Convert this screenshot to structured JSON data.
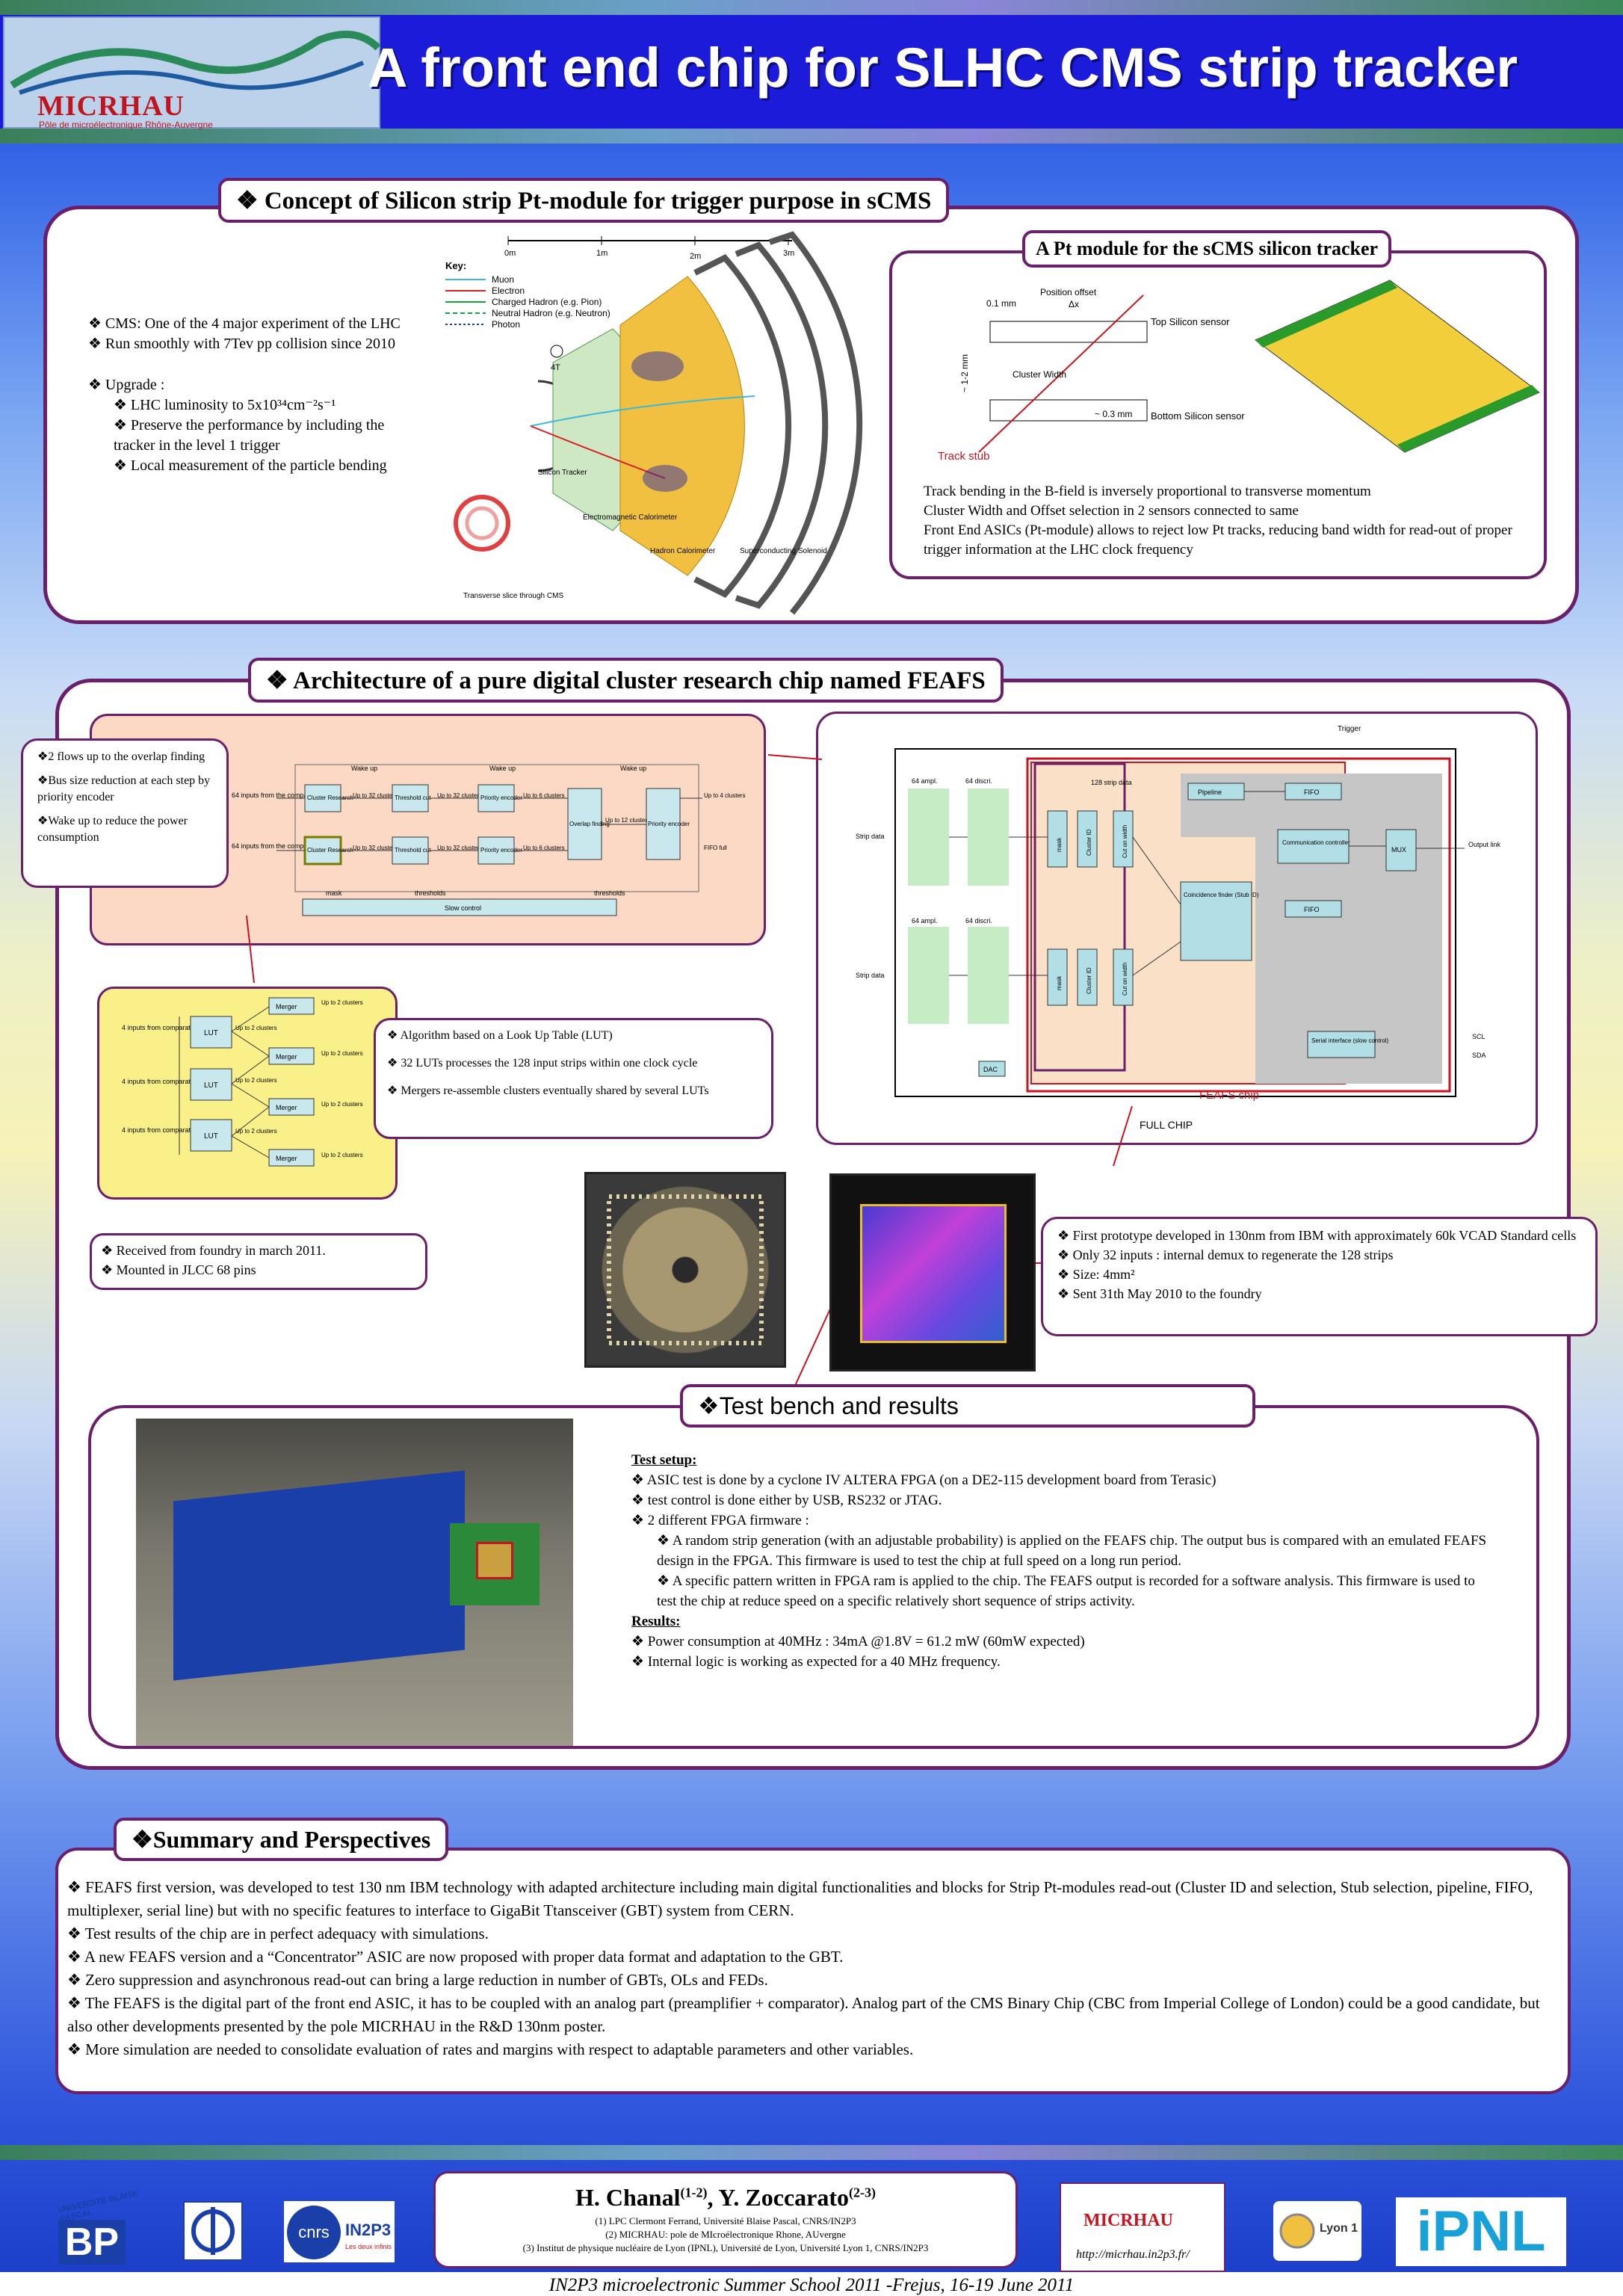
{
  "header": {
    "title": "A front end chip for SLHC CMS strip tracker",
    "logo_name": "MICRHAU",
    "logo_sub": "Pôle de microélectronique Rhône-Auvergne"
  },
  "concept": {
    "title": "❖ Concept of Silicon strip Pt-module for trigger purpose in sCMS",
    "bullets": [
      "❖ CMS: One of the 4 major experiment of the LHC",
      "❖ Run smoothly with 7Tev pp collision since 2010"
    ],
    "upgrade_label": "❖ Upgrade :",
    "upgrade_items": [
      "❖ LHC luminosity to  5x10³⁴cm⁻²s⁻¹",
      "❖ Preserve the performance by including the tracker in the level 1 trigger",
      "❖ Local measurement of the particle bending"
    ],
    "cms_figure": {
      "key_label": "Key:",
      "legend": [
        "Muon",
        "Electron",
        "Charged Hadron (e.g. Pion)",
        "Neutral Hadron (e.g. Neutron)",
        "Photon"
      ],
      "scale": [
        "0m",
        "1m",
        "2m",
        "3m"
      ],
      "field": "4T",
      "labels": [
        "Silicon Tracker",
        "Electromagnetic Calorimeter",
        "Hadron Calorimeter",
        "Superconducting Solenoid",
        "Transverse slice through CMS"
      ]
    }
  },
  "ptmodule": {
    "title": "A Pt module for the sCMS silicon tracker",
    "labels": {
      "offset": "Position offset",
      "dx": "Δx",
      "pitch": "0.1 mm",
      "top": "Top Silicon sensor",
      "cluster_width": "Cluster Width",
      "spacing": "~ 1-2 mm",
      "thick": "~ 0.3 mm",
      "bottom": "Bottom Silicon sensor",
      "stub": "Track stub"
    },
    "text": [
      "Track bending in the B-field is inversely proportional to transverse momentum",
      "Cluster Width and Offset selection in 2 sensors connected to same",
      "Front End ASICs (Pt-module) allows to reject low Pt tracks, reducing band width for read-out of  proper trigger information at the LHC clock frequency"
    ]
  },
  "arch": {
    "title": "❖ Architecture of a pure digital cluster research chip named FEAFS",
    "flows": [
      "❖2 flows up to the overlap finding",
      "❖Bus size reduction at each step by priority encoder",
      "❖Wake up to reduce  the power consumption"
    ],
    "block": {
      "wake": [
        "Wake up",
        "Wake up",
        "Wake up"
      ],
      "in1": "64 inputs from the comparators",
      "in2": "64 inputs from the comparators",
      "cluster": "Cluster Research",
      "up32": "Up to 32 clusters",
      "threshold": "Threshold cut",
      "prio": "Priority encoder",
      "up6": "Up to 6 clusters",
      "overlap": "Overlap finding",
      "up12": "Up to 12 clusters",
      "up4": "Up to 4 clusters",
      "fifo": "FIFO full",
      "mask": "mask",
      "thresholds": "thresholds",
      "slow": "Slow control"
    },
    "lut": {
      "inputs": "4 inputs from comparators",
      "lut": "LUT",
      "merger": "Merger",
      "up2": "Up to 2 clusters"
    },
    "lut_text": [
      "❖ Algorithm based on a Look Up Table (LUT)",
      "❖ 32 LUTs processes the 128 input strips within one clock cycle",
      "❖ Mergers re-assemble clusters eventually shared by several LUTs"
    ],
    "full_chip": {
      "trigger": "Trigger",
      "amp1": "64 ampl.",
      "disc1": "64 discri.",
      "amp2": "64 ampl.",
      "disc2": "64 discri.",
      "strip": "Strip data",
      "strip_bus": "128 strip data",
      "pipeline": "Pipeline",
      "fifo": "FIFO",
      "comm": "Communication controller",
      "mux": "MUX",
      "output": "Output link",
      "coinc": "Coincidence finder (Stub ID)",
      "mask": "mask",
      "cid": "Cluster ID",
      "cw": "Cut on width",
      "serial": "Serial interface (slow control)",
      "scl": "SCL",
      "sda": "SDA",
      "dac": "DAC",
      "feafs": "FEAFS chip",
      "full": "FULL CHIP"
    },
    "received": [
      "❖ Received from foundry in march 2011.",
      "❖ Mounted in JLCC 68 pins"
    ],
    "proto": [
      "❖   First prototype developed in 130nm from IBM with approximately 60k VCAD Standard cells",
      "❖   Only 32 inputs : internal demux to regenerate the 128 strips",
      "❖   Size: 4mm²",
      "❖   Sent 31th May 2010 to the foundry"
    ]
  },
  "test": {
    "title": "❖Test bench and results",
    "setup_label": "Test setup:",
    "setup": [
      "❖ ASIC test is done by a cyclone IV ALTERA FPGA (on a DE2-115 development board from Terasic)",
      "❖ test control is done either by USB, RS232 or JTAG.",
      "❖ 2 different FPGA firmware :"
    ],
    "firmware": [
      "❖ A random strip generation (with an adjustable probability) is applied on the FEAFS chip. The output bus is compared with an emulated FEAFS design in the FPGA. This firmware is used to test the chip at full speed on a long run period.",
      "❖ A specific pattern written in FPGA ram is applied to the chip. The FEAFS output is recorded for a software analysis. This firmware is used to test the chip at reduce speed on a specific relatively short sequence  of strips activity."
    ],
    "results_label": "Results:",
    "results": [
      "❖ Power consumption at 40MHz : 34mA @1.8V = 61.2 mW (60mW expected)",
      "❖ Internal logic is working as expected for a 40 MHz frequency."
    ]
  },
  "summary": {
    "title": "❖Summary and Perspectives",
    "items": [
      "❖ FEAFS first version, was developed to test 130 nm IBM technology with adapted architecture including main digital functionalities and blocks for Strip Pt-modules read-out (Cluster ID and selection, Stub selection, pipeline, FIFO, multiplexer, serial line) but with no specific features to interface to GigaBit Ttansceiver (GBT) system from CERN.",
      "❖ Test results of the chip are in perfect adequacy with simulations.",
      "❖ A new FEAFS version and a “Concentrator” ASIC are now proposed with proper data format and adaptation to the GBT.",
      "❖ Zero suppression and asynchronous read-out can bring a large reduction in number of GBTs, OLs and FEDs.",
      "❖ The FEAFS is the digital part of the front end ASIC, it has to be coupled with an analog part (preamplifier + comparator). Analog part of the CMS Binary Chip (CBC from Imperial College of  London) could be a good candidate, but also other developments presented by the pole MICRHAU in the R&D 130nm poster.",
      "❖ More simulation are needed to consolidate evaluation of rates and margins with respect to adaptable parameters and other variables."
    ]
  },
  "footer": {
    "authors": "H. Chanal",
    "authors_sup1": "(1-2)",
    "authors2": ", Y. Zoccarato",
    "authors_sup2": "(2-3)",
    "aff": [
      "(1) LPC Clermont Ferrand, Université Blaise Pascal, CNRS/IN2P3",
      "(2) MICRHAU: pole de MIcroélectronique Rhone, AUvergne",
      "(3) Institut de physique nucléaire de Lyon (IPNL), Université de Lyon, Université Lyon 1, CNRS/IN2P3"
    ],
    "logos": {
      "ubp_top": "UNIVERSITÉ BLAISE PASCAL",
      "ubp": "BP",
      "cnrs": "cnrs",
      "in2p3": "IN2P3",
      "in2p3_sub": "Les deux infinis",
      "micrhau": "MICRHAU",
      "url": "http://micrhau.in2p3.fr/",
      "lyon": "Lyon 1",
      "ipnl": "iPNL"
    },
    "school": "IN2P3 microelectronic Summer School 2011 -Frejus, 16-19 June 2011"
  },
  "colors": {
    "panel_border": "#6b1f6b",
    "title_blue": "#1b1bd9",
    "red": "#c8141e"
  }
}
